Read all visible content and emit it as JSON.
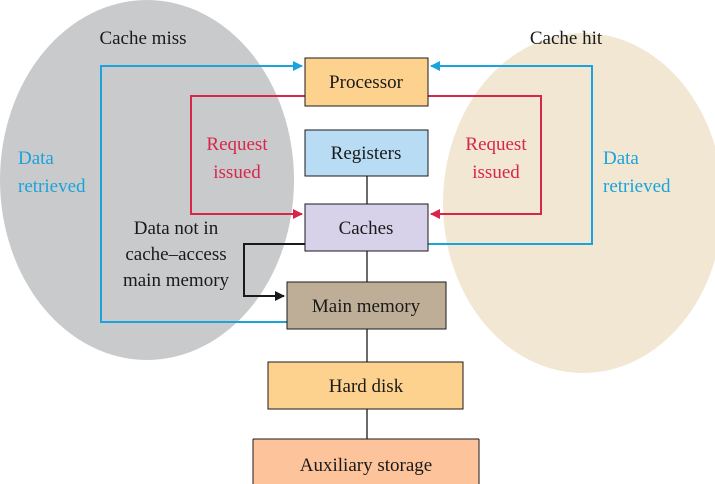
{
  "boxes": {
    "processor": "Processor",
    "registers": "Registers",
    "caches": "Caches",
    "main_memory": "Main memory",
    "hard_disk": "Hard disk",
    "auxiliary_storage": "Auxiliary storage"
  },
  "regions": {
    "left_title": "Cache miss",
    "right_title": "Cache hit"
  },
  "labels": {
    "left_data_retrieved": [
      "Data",
      "retrieved"
    ],
    "right_data_retrieved": [
      "Data",
      "retrieved"
    ],
    "left_request_issued": [
      "Request",
      "issued"
    ],
    "right_request_issued": [
      "Request",
      "issued"
    ],
    "data_not_in_cache": [
      "Data not in",
      "cache–access",
      "main memory"
    ]
  },
  "colors": {
    "processor": "#fdd28e",
    "registers": "#b8dcf4",
    "caches": "#d7d2ea",
    "main_memory": "#bfae97",
    "hard_disk": "#fdd28e",
    "auxiliary_storage": "#fdc39a",
    "miss_region": "#c9cacb",
    "hit_region": "#f1e7d3",
    "blue_arrow": "#1aa3dc",
    "red_arrow": "#d8264b"
  }
}
